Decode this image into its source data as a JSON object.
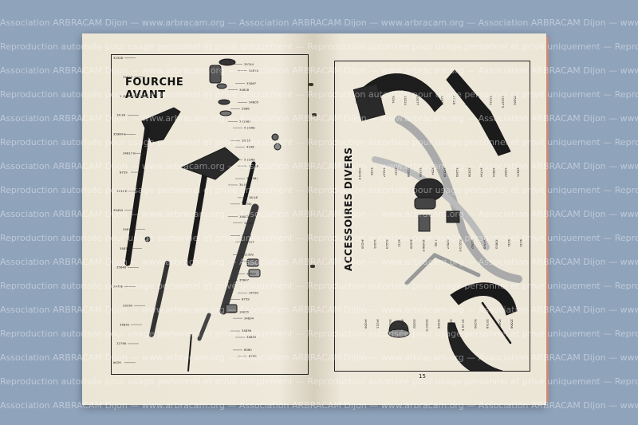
{
  "left_page": {
    "title_line1": "FOURCHE",
    "title_line2": "AVANT"
  },
  "right_page": {
    "title": "ACCESSOIRES DIVERS",
    "page_number": "15"
  },
  "watermarks": [
    "Association ARBRACAM Dijon — www.arbracam.org — Association ARBRACAM Dijon — www.arbracam.org — Association ARBRACAM Dijon — www.arbracam.org",
    "Reproduction autorisée pour usage personnel et privé uniquement — Reproduction autorisée pour usage personnel et privé uniquement — Reproduction autorisée"
  ],
  "left_labels": [
    "32328",
    "35744",
    "34874",
    "34823",
    "33067",
    "34818",
    "5 (9)",
    "34805",
    "2986",
    "16:18",
    "5 (198)",
    "5 (198)",
    "35964 E",
    "18:18",
    "4198",
    "34817 E",
    "5 (198)",
    "17418",
    "8759",
    "35 (98)",
    "34 (99)",
    "3134 E",
    "18:18",
    "10(30)",
    "39454",
    "34803 E",
    "34764",
    "34810",
    "33602",
    "5727",
    "34837",
    "11392",
    "34765",
    "35648",
    "35652",
    "35647",
    "34798",
    "34792",
    "8759",
    "33330",
    "34830",
    "34834",
    "34835",
    "34836",
    "34833",
    "12746",
    "8060",
    "8759",
    "8029"
  ],
  "right_labels": [
    "9226",
    "10003 E",
    "34230",
    "34260",
    "34231",
    "5728",
    "34201",
    "34211",
    "34256",
    "34227",
    "34223",
    "3535",
    "9204",
    "9210",
    "9212",
    "35545",
    "33224",
    "33288",
    "33290",
    "33282",
    "33277",
    "34790",
    "35486 E",
    "33337 E",
    "33287",
    "9554",
    "7 (B)",
    "34526",
    "34522",
    "34528",
    "33547",
    "33788",
    "27-28",
    "34265",
    "33213 E",
    "10 (3) E",
    "34799",
    "35556",
    "33787",
    "34290",
    "35464 E",
    "34794",
    "34749",
    "33748",
    "33741",
    "35604",
    "35603",
    "35406",
    "33337 E",
    "33287",
    "9334",
    "35568",
    "35361",
    "36941",
    "9210"
  ]
}
